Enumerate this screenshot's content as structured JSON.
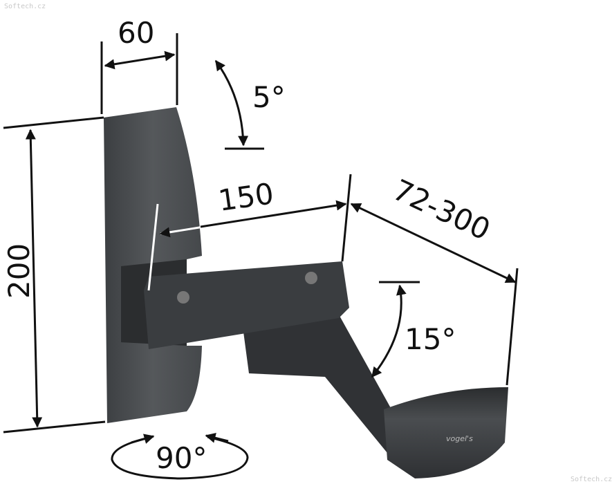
{
  "watermark_top": "Softech.cz",
  "watermark_bottom": "Softech.cz",
  "brand_logo": "vogel's",
  "dimensions": {
    "width_plate": "60",
    "tilt": "5°",
    "height": "200",
    "depth": "150",
    "arm_range": "72-300",
    "swivel_vertical": "15°",
    "rotation": "90°"
  },
  "colors": {
    "bracket": "#45484b",
    "ink": "#111111"
  }
}
